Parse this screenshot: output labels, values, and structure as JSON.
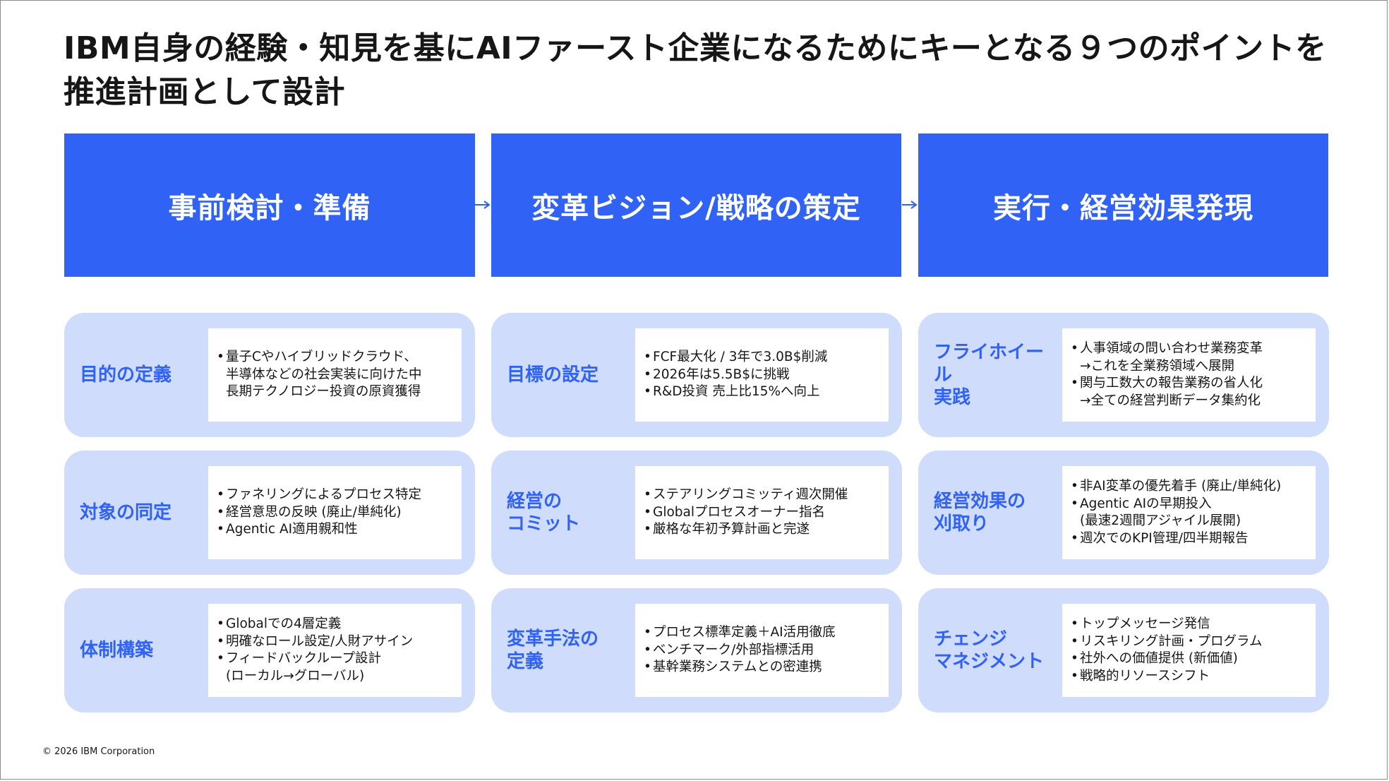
{
  "title": "IBM自身の経験・知見を基にAIファースト企業になるためにキーとなる９つのポイントを推進計画として設計",
  "colors": {
    "accent": "#2f62f5",
    "card_bg": "#d0dcfc",
    "text": "#161616"
  },
  "phases": [
    {
      "label": "事前検討・準備"
    },
    {
      "label": "変革ビジョン/戦略の策定"
    },
    {
      "label": "実行・経営効果発現"
    }
  ],
  "arrow_icon": "arrow-right-icon",
  "cards": [
    {
      "label": "目的の定義",
      "bullets": [
        "量子Cやハイブリッドクラウド、\n半導体などの社会実装に向けた中\n長期テクノロジー投資の原資獲得"
      ]
    },
    {
      "label": "目標の設定",
      "bullets": [
        "FCF最大化 / 3年で3.0B$削減",
        "2026年は5.5B$に挑戦",
        "R&D投資 売上比15%へ向上"
      ]
    },
    {
      "label": "フライホイール\n実践",
      "bullets": [
        "人事領域の問い合わせ業務変革\n→これを全業務領域へ展開",
        "関与工数大の報告業務の省人化\n→全ての経営判断データ集約化"
      ]
    },
    {
      "label": "対象の同定",
      "bullets": [
        "ファネリングによるプロセス特定",
        "経営意思の反映 (廃止/単純化)",
        "Agentic AI適用親和性"
      ]
    },
    {
      "label": "経営の\nコミット",
      "bullets": [
        "ステアリングコミッティ週次開催",
        "Globalプロセスオーナー指名",
        "厳格な年初予算計画と完遂"
      ]
    },
    {
      "label": "経営効果の\n刈取り",
      "bullets": [
        "非AI変革の優先着手 (廃止/単純化)",
        "Agentic AIの早期投入\n(最速2週間アジャイル展開)",
        "週次でのKPI管理/四半期報告"
      ]
    },
    {
      "label": "体制構築",
      "bullets": [
        "Globalでの4層定義",
        "明確なロール設定/人財アサイン",
        "フィードバックループ設計\n(ローカル→グローバル)"
      ]
    },
    {
      "label": "変革手法の\n定義",
      "bullets": [
        "プロセス標準定義＋AI活用徹底",
        "ベンチマーク/外部指標活用",
        "基幹業務システムとの密連携"
      ]
    },
    {
      "label": "チェンジ\nマネジメント",
      "bullets": [
        "トップメッセージ発信",
        "リスキリング計画・プログラム",
        "社外への価値提供 (新価値)",
        "戦略的リソースシフト"
      ]
    }
  ],
  "copyright": "© 2026 IBM Corporation"
}
